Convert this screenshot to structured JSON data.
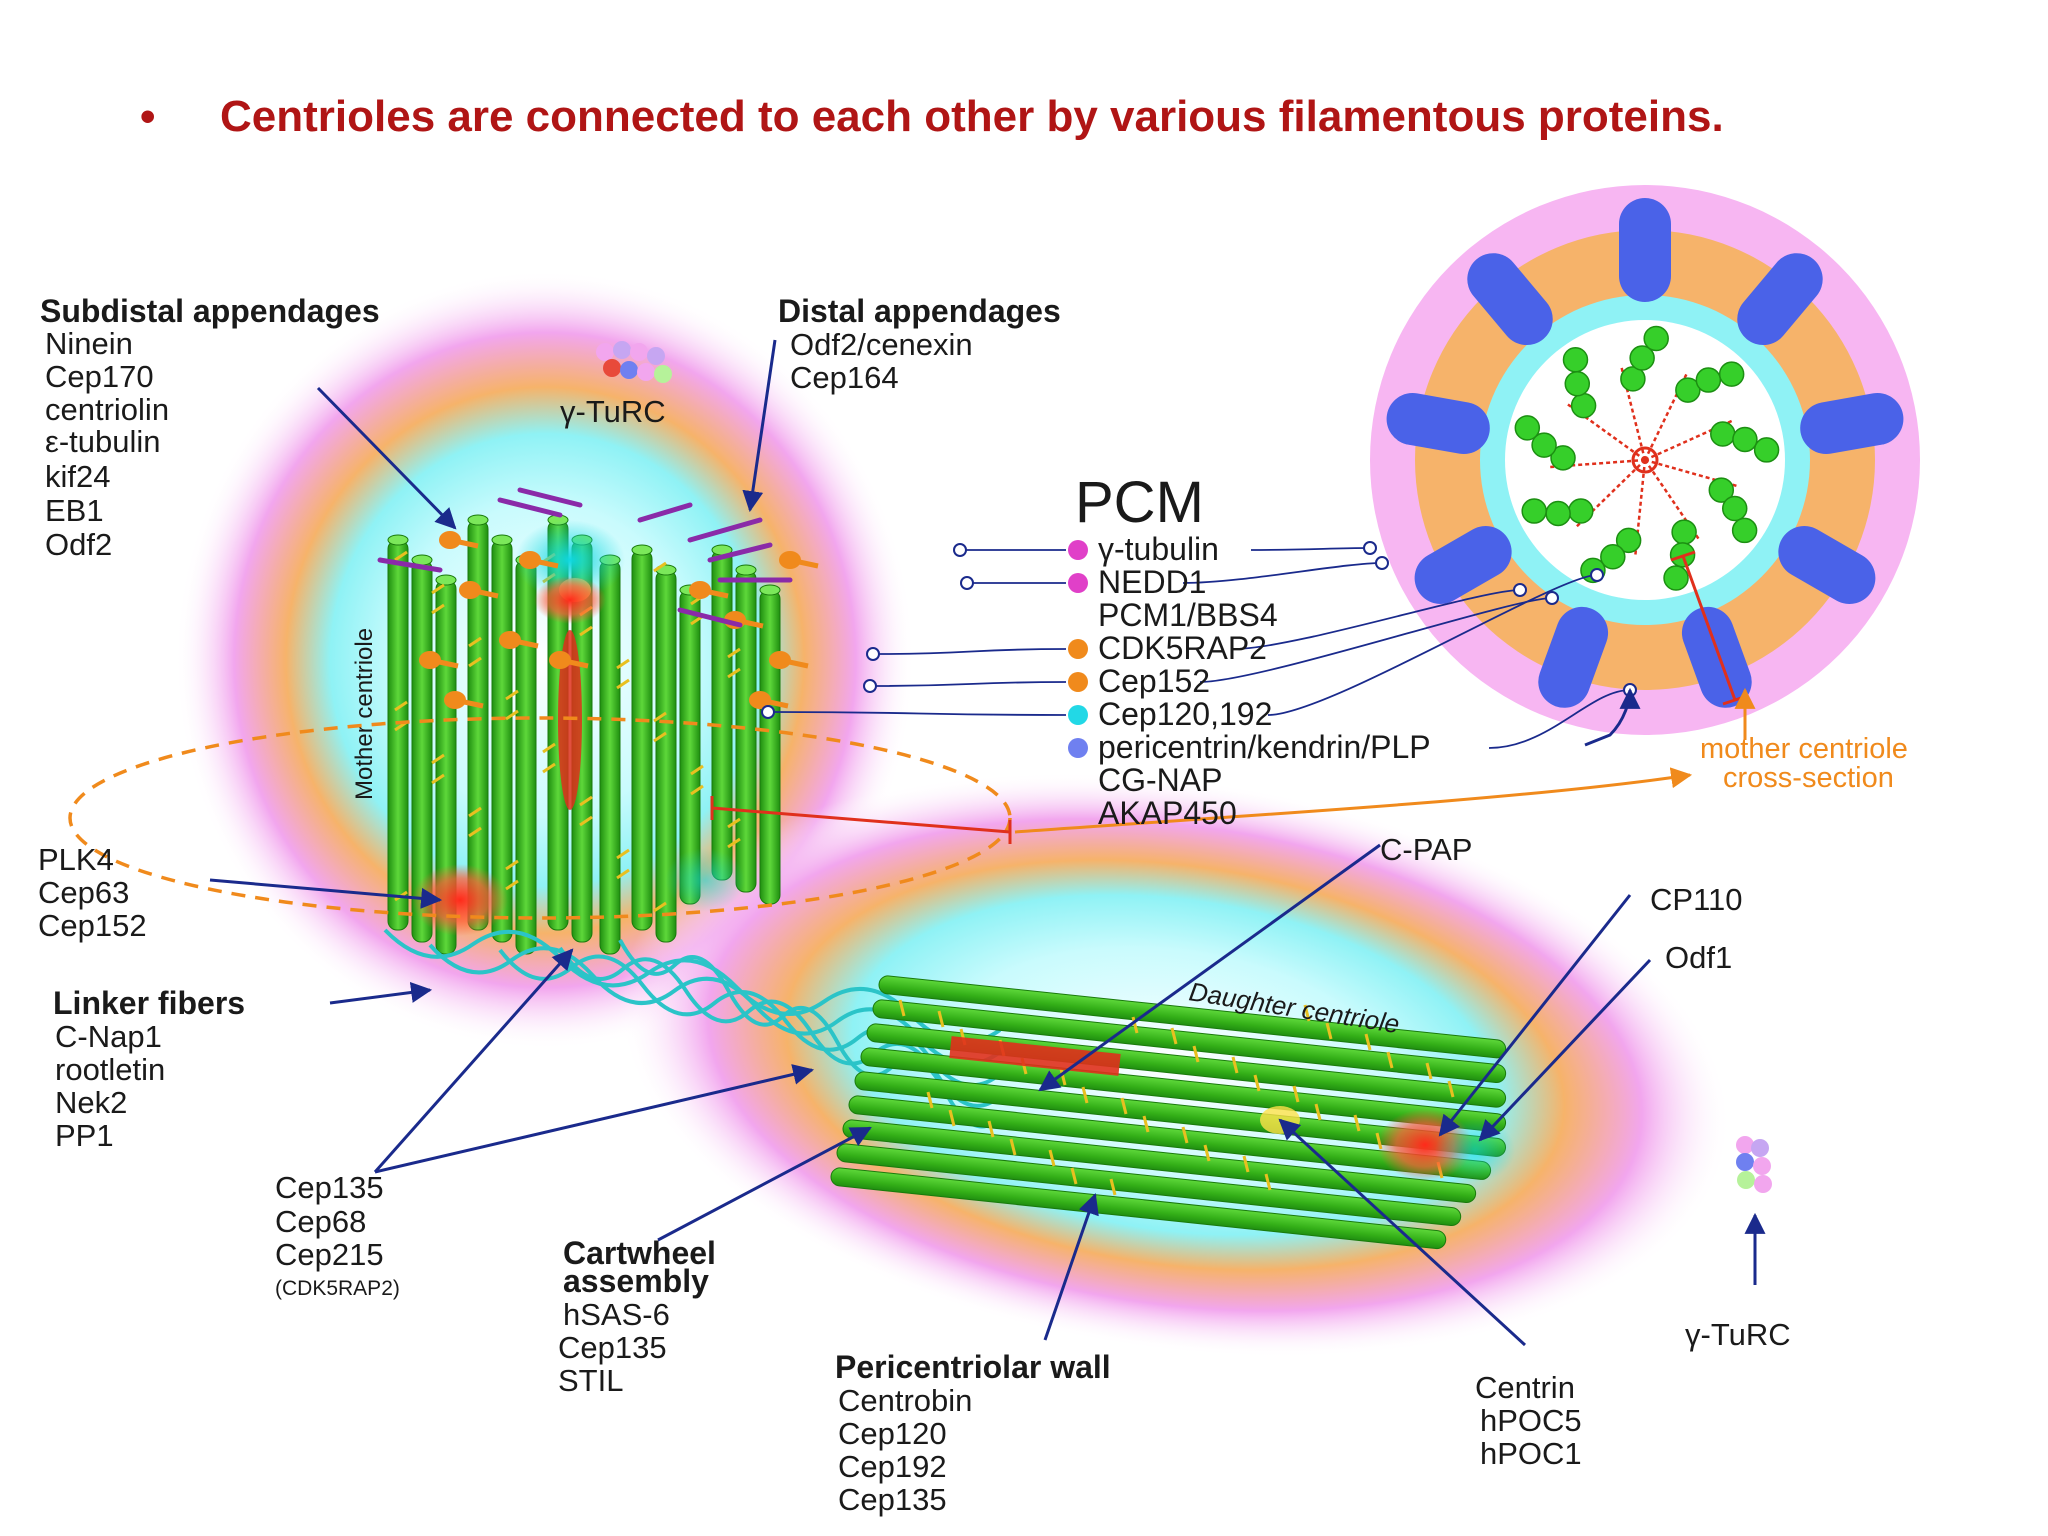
{
  "slide": {
    "bullet_symbol": "•",
    "bullet_text": "Centrioles are connected to each other by various filamentous proteins."
  },
  "diagram": {
    "subdistal": {
      "title": "Subdistal appendages",
      "items": [
        "Ninein",
        "Cep170",
        "centriolin",
        "ε-tubulin",
        "kif24",
        "EB1",
        "Odf2"
      ]
    },
    "distal": {
      "title": "Distal appendages",
      "items": [
        "Odf2/cenexin",
        "Cep164"
      ]
    },
    "gamma_turc_top": "γ-TuRC",
    "gamma_turc_bottom": "γ-TuRC",
    "pcm": {
      "title": "PCM",
      "items": [
        {
          "text": "γ-tubulin",
          "color": "#e040c8"
        },
        {
          "text": "NEDD1",
          "color": "#e040c8"
        },
        {
          "text": "PCM1/BBS4",
          "color": ""
        },
        {
          "text": "CDK5RAP2",
          "color": "#f08a1c"
        },
        {
          "text": "Cep152",
          "color": "#f08a1c"
        },
        {
          "text": "Cep120,192",
          "color": "#22d8e6"
        },
        {
          "text": "pericentrin/kendrin/PLP",
          "color": "#6f80f0"
        },
        {
          "text": "CG-NAP",
          "color": ""
        },
        {
          "text": "AKAP450",
          "color": ""
        }
      ]
    },
    "mother_centriole_label": "Mother centriole",
    "daughter_centriole_label": "Daughter centriole",
    "cross_section_label": [
      "mother centriole",
      "cross-section"
    ],
    "plk4": [
      "PLK4",
      "Cep63",
      "Cep152"
    ],
    "linker": {
      "title": "Linker fibers",
      "items": [
        "C-Nap1",
        "rootletin",
        "Nek2",
        "PP1"
      ]
    },
    "cep135": [
      "Cep135",
      "Cep68",
      "Cep215"
    ],
    "cep135_note": "(CDK5RAP2)",
    "cartwheel": {
      "title": [
        "Cartwheel",
        "assembly"
      ],
      "items": [
        "hSAS-6",
        "Cep135",
        "STIL"
      ]
    },
    "pericentriolar": {
      "title": "Pericentriolar wall",
      "items": [
        "Centrobin",
        "Cep120",
        "Cep192",
        "Cep135"
      ]
    },
    "cpap": "C-PAP",
    "cp110": "CP110",
    "odf1": "Odf1",
    "centrin": [
      "Centrin",
      "hPOC5",
      "hPOC1"
    ],
    "colors": {
      "tubule_green": "#3fbf1f",
      "halo_pink": "#f2a6ee",
      "halo_orange": "#f6b36a",
      "halo_cyan": "#8ff2f5",
      "arrow_navy": "#1a2a8c",
      "appendage_orange": "#f08a1c",
      "appendage_purple": "#8a2aa8",
      "cross_blue": "#4a62e8",
      "linker_teal": "#2bc4c8",
      "cross_label_orange": "#f08a1c",
      "inhibit_red": "#e0301c"
    }
  }
}
